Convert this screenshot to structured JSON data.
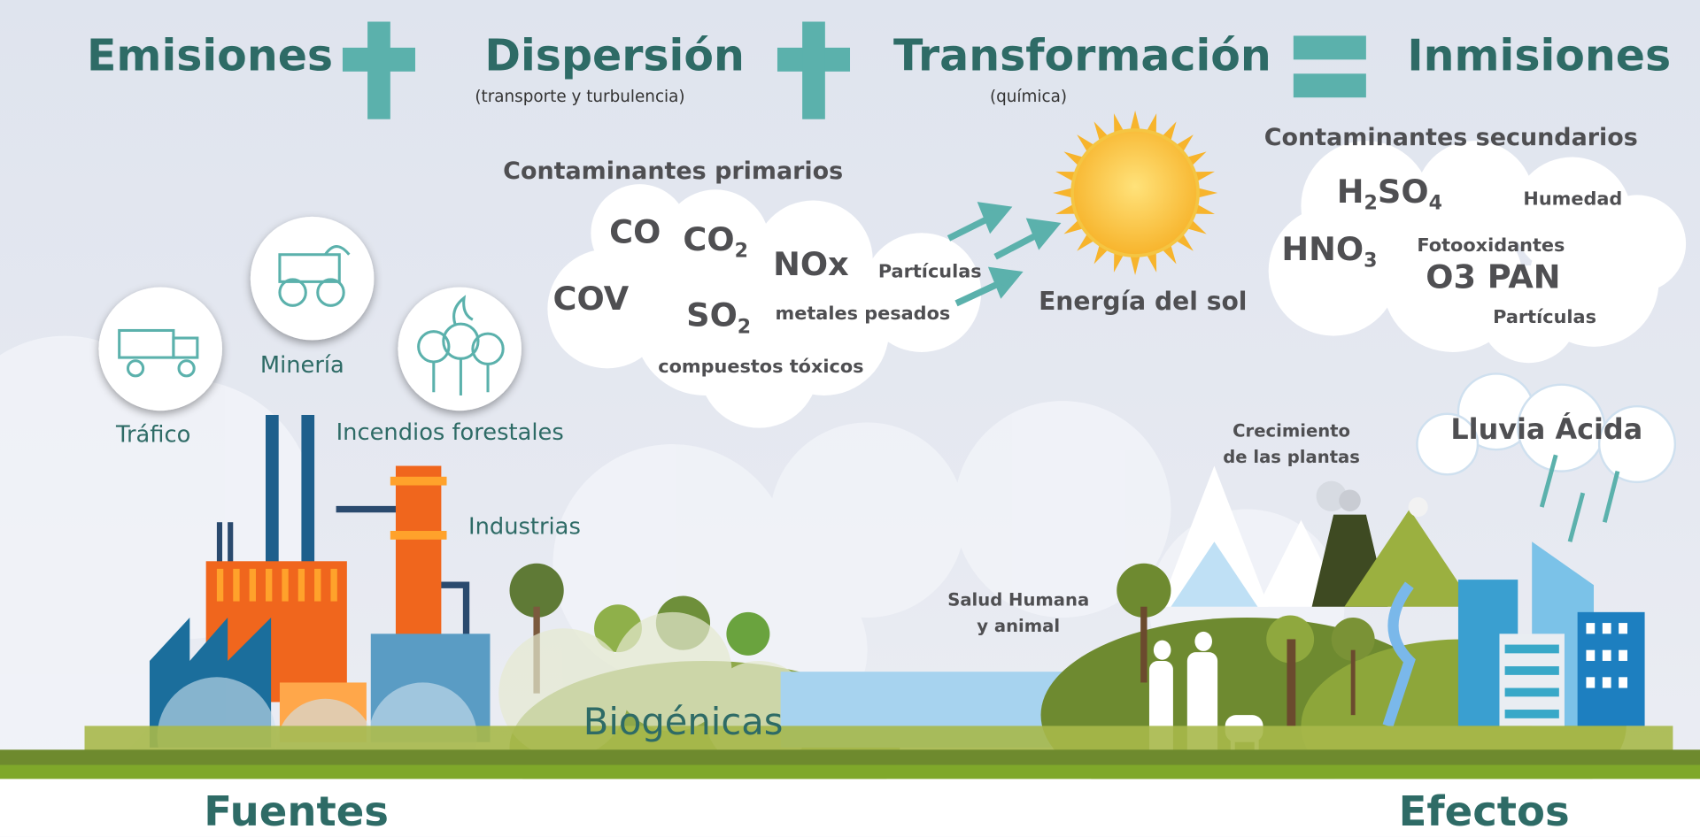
{
  "equation": {
    "emisiones": "Emisiones",
    "dispersion": "Dispersión",
    "dispersion_sub": "(transporte y turbulencia)",
    "transformacion": "Transformación",
    "transformacion_sub": "(química)",
    "inmisiones": "Inmisiones",
    "operator_color": "#5bb1ac",
    "title_color": "#2e6b66"
  },
  "primarios": {
    "title": "Contaminantes primarios",
    "co": "CO",
    "co2": "CO",
    "co2_sub": "2",
    "nox": "NOx",
    "particulas": "Partículas",
    "cov": "COV",
    "so2": "SO",
    "so2_sub": "2",
    "metales": "metales pesados",
    "toxicos": "compuestos tóxicos"
  },
  "sun": {
    "label": "Energía del sol"
  },
  "secundarios": {
    "title": "Contaminantes secundarios",
    "h2so4": [
      "H",
      "2",
      "SO",
      "4"
    ],
    "humedad": "Humedad",
    "hno3": [
      "HNO",
      "3"
    ],
    "fotooxidantes": "Fotooxidantes",
    "o3pan": "O3 PAN",
    "particulas": "Partículas"
  },
  "sources": {
    "trafico": "Tráfico",
    "mineria": "Minería",
    "incendios": "Incendios forestales",
    "industrias": "Industrias",
    "biogenicas": "Biogénicas"
  },
  "effects": {
    "salud": [
      "Salud Humana",
      "y animal"
    ],
    "crecimiento": [
      "Crecimiento",
      "de las plantas"
    ],
    "lluvia": "Lluvia Ácida"
  },
  "footer": {
    "fuentes": "Fuentes",
    "efectos": "Efectos"
  }
}
